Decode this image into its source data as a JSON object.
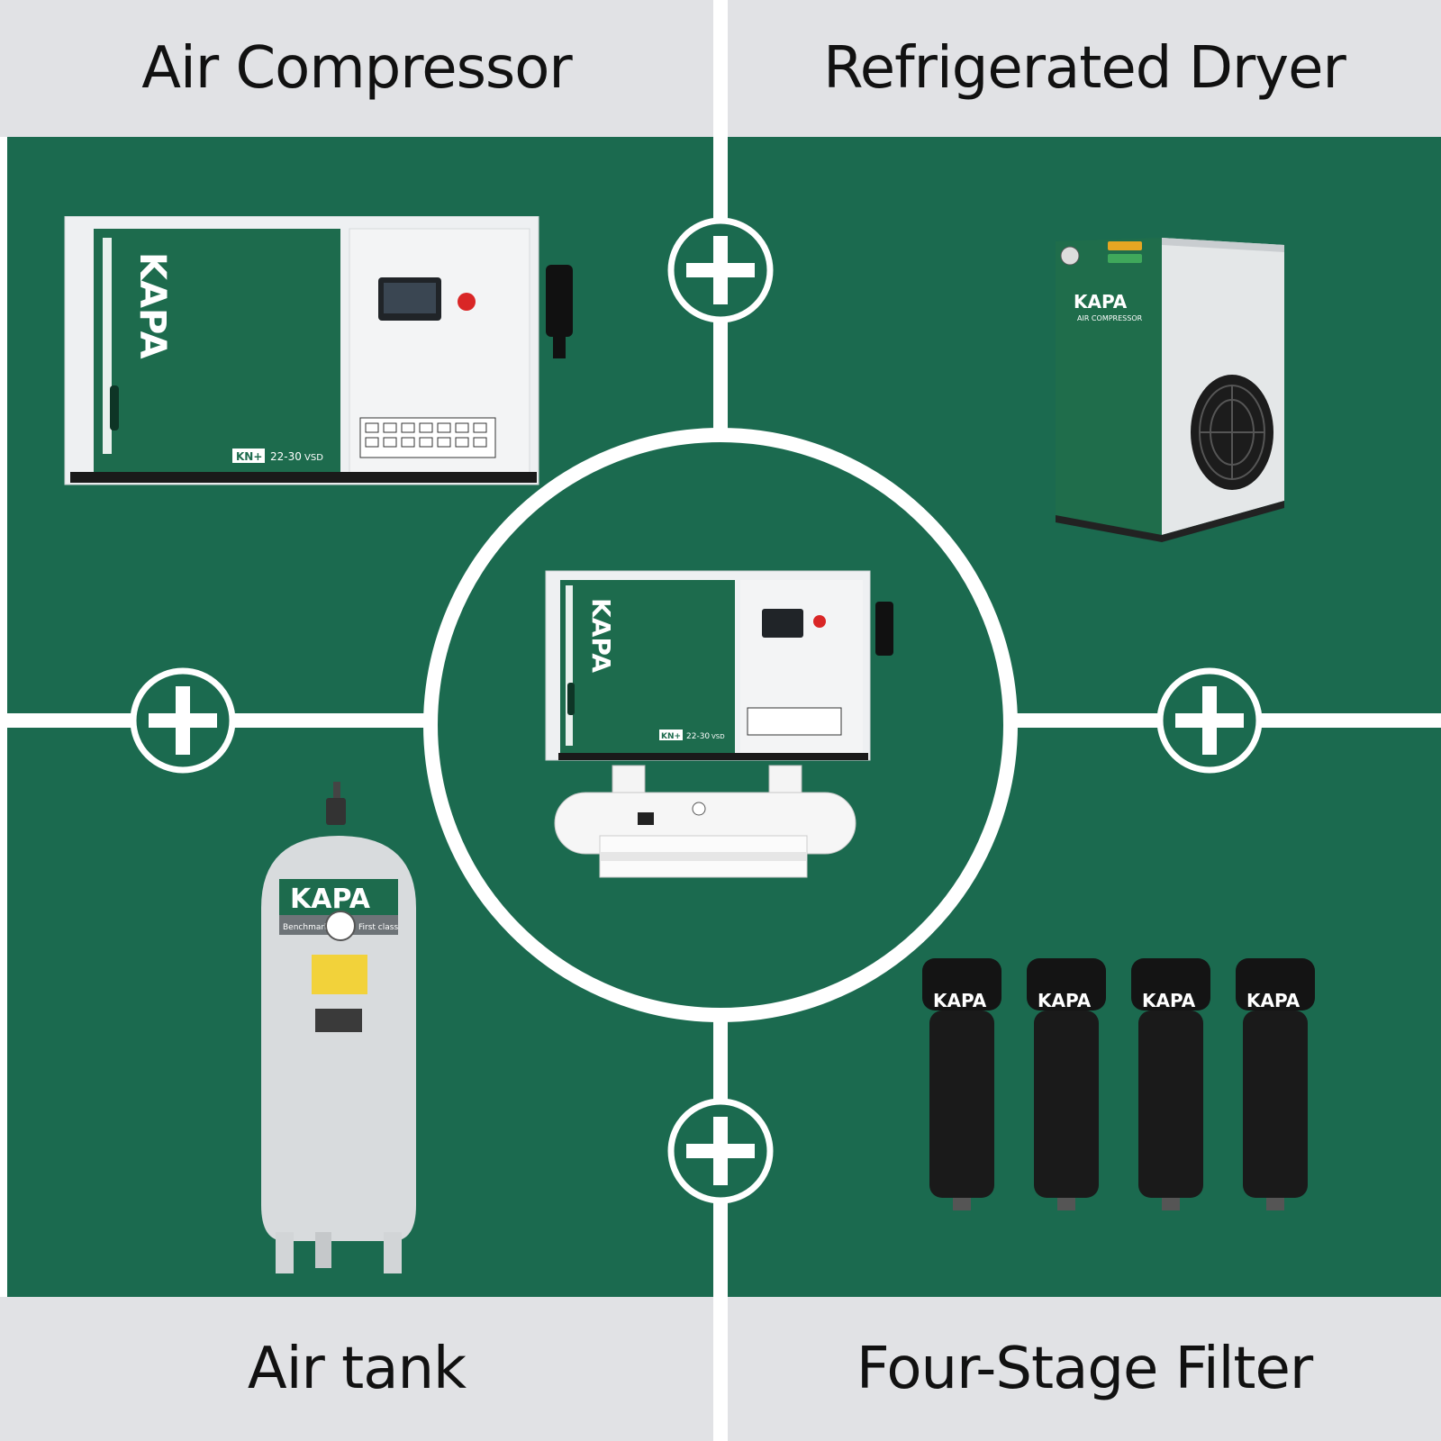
{
  "labels": {
    "top_left": "Air Compressor",
    "top_right": "Refrigerated Dryer",
    "bottom_left": "Air tank",
    "bottom_right": "Four-Stage Filter"
  },
  "brand": {
    "logo": "KAPA",
    "model_badge": "KN+",
    "model_text": "22-30",
    "model_suffix": "VSD",
    "dryer_sub": "AIR COMPRESSOR",
    "tank_left_tag": "Benchmarking",
    "tank_right_tag": "First class"
  },
  "icons": [
    "plus-icon"
  ],
  "colors": {
    "panel_green": "#1b6a4f",
    "band_gray": "#e1e2e5",
    "divider_white": "#ffffff"
  }
}
